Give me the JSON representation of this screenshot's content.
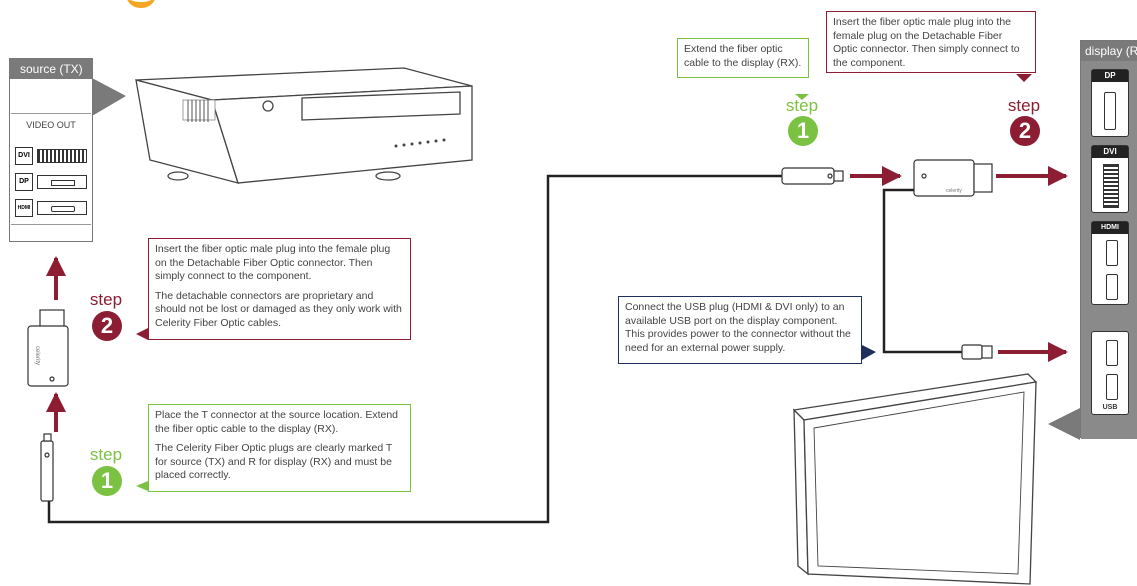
{
  "colors": {
    "red": "#8c1d33",
    "green": "#7cc242",
    "navy": "#1f2f5e",
    "orange": "#f5a623",
    "gray": "#7a7a7a",
    "line": "#222222"
  },
  "source_panel": {
    "title": "source (TX)",
    "video_out_label": "VIDEO OUT",
    "ports": [
      "DVI",
      "DP",
      "HDMI"
    ]
  },
  "display_panel": {
    "title": "display (RX)",
    "ports": [
      "DP",
      "DVI",
      "HDMI",
      "USB"
    ]
  },
  "steps": {
    "word": "step",
    "one": "1",
    "two": "2"
  },
  "connector_brand": "celerity",
  "notes": {
    "source_step2": {
      "line1": "Insert the fiber optic male plug into the female plug on the Detachable Fiber Optic connector. Then simply connect to the component.",
      "line2": "The detachable connectors are proprietary and should not be lost or damaged as they only work with Celerity Fiber Optic cables."
    },
    "source_step1": {
      "line1": "Place the T connector at the source location. Extend the fiber optic cable to the display (RX).",
      "line2": "The Celerity Fiber Optic plugs are clearly marked T for source (TX) and R for display (RX) and must be placed correctly."
    },
    "display_step1": {
      "line1": "Extend the fiber optic cable to the display (RX)."
    },
    "display_step2": {
      "line1": "Insert the fiber optic male plug into the female plug on the Detachable Fiber Optic connector. Then simply connect to the component."
    },
    "usb_note": {
      "line1": "Connect the USB plug (HDMI & DVI only) to an available USB port on the display component. This provides power to the connector without the need for an external power supply."
    }
  }
}
